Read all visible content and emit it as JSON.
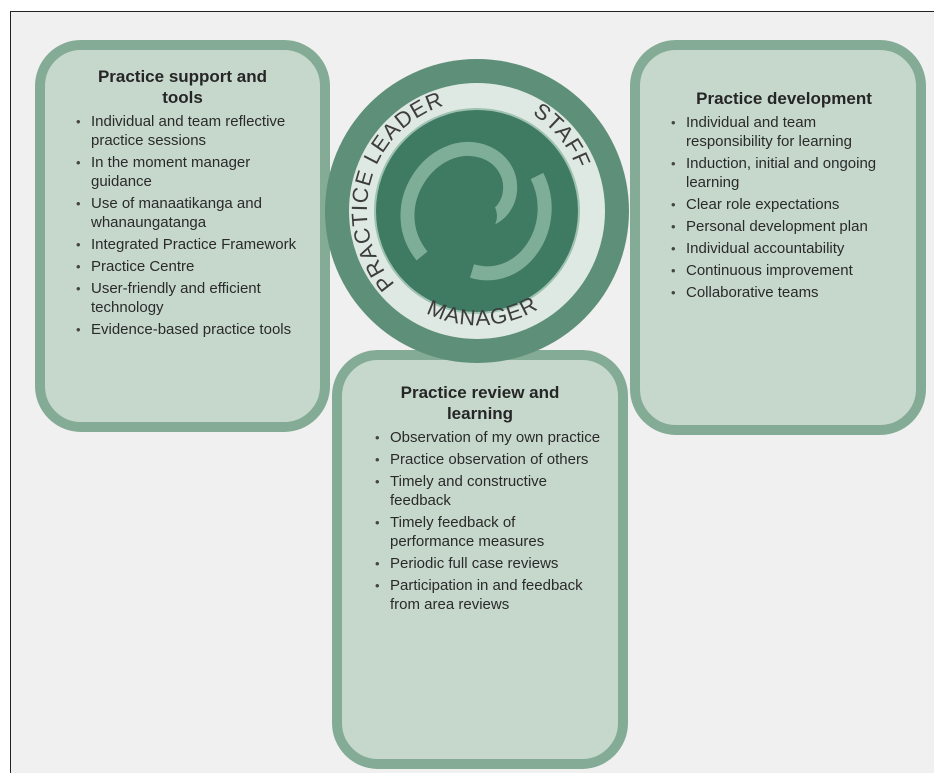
{
  "practice_support": {
    "title": "Practice support and tools",
    "items": [
      "Individual and team reflective practice sessions",
      "In the moment manager guidance",
      "Use of manaatikanga and whanaungatanga",
      "Integrated Practice Framework",
      "Practice Centre",
      "User-friendly and efficient technology",
      "Evidence-based practice tools"
    ]
  },
  "practice_development": {
    "title": "Practice development",
    "items": [
      "Individual and team responsibility for learning",
      "Induction, initial and ongoing learning",
      "Clear role expectations",
      "Personal development plan",
      "Individual accountability",
      "Continuous improvement",
      "Collaborative teams"
    ]
  },
  "practice_review": {
    "title": "Practice review and learning",
    "items": [
      "Observation of my own practice",
      "Practice observation of others",
      "Timely and constructive feedback",
      "Timely feedback of performance measures",
      "Periodic full case reviews",
      "Participation in and feedback from area reviews"
    ]
  },
  "circle": {
    "label_leader": "PRACTICE LEADER",
    "label_staff": "STAFF",
    "label_manager": "MANAGER"
  },
  "colors": {
    "panel_fill": "#c6d8cc",
    "panel_border": "#84ab95",
    "circle_ring": "#5e8f78",
    "circle_center": "#3f7a62",
    "text": "#262626"
  }
}
